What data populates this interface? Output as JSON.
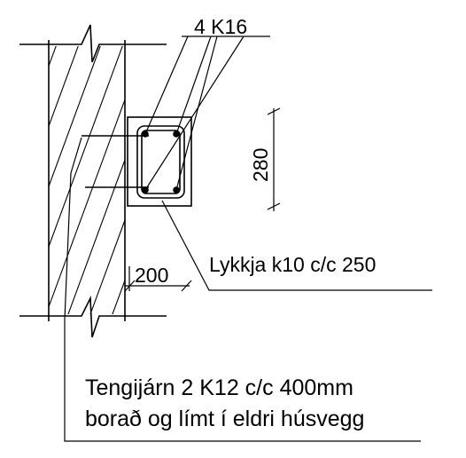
{
  "drawing": {
    "bars_label": "4 K16",
    "height_dim": "280",
    "width_dim": "200",
    "stirrup_label": "Lykkja k10 c/c 250",
    "dowel_line1": "Tengijárn 2 K12 c/c 400mm",
    "dowel_line2": "borað og límt í eldri húsvegg"
  }
}
